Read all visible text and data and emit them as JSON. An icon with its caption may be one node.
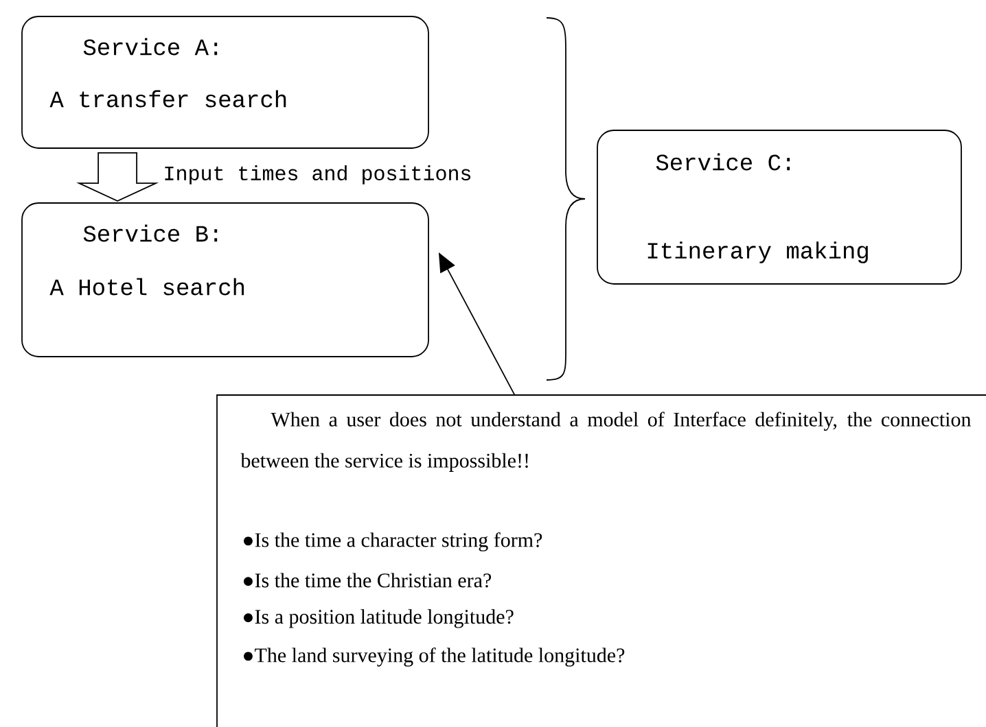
{
  "diagram": {
    "nodes": [
      {
        "text": [
          "Service A:",
          "A transfer search"
        ]
      },
      {
        "text": [
          "Service B:",
          "A Hotel search"
        ]
      },
      {
        "text": [
          "Service C:",
          "Itinerary making"
        ]
      },
      {
        "text": [
          "When a user does not understand a model of Interface definitely, the connection between the service is impossible!!",
          "●Is the time a character string form?",
          "●Is the time the Christian era?",
          "●Is a position latitude longitude?",
          "●The land surveying of the latitude longitude?"
        ]
      }
    ],
    "edges": [
      {
        "from": 0,
        "to": 1,
        "arrow": "to",
        "label": "Input times and positions",
        "style": "thick"
      },
      {
        "from": 3,
        "to": 1,
        "arrow": "to"
      }
    ]
  }
}
